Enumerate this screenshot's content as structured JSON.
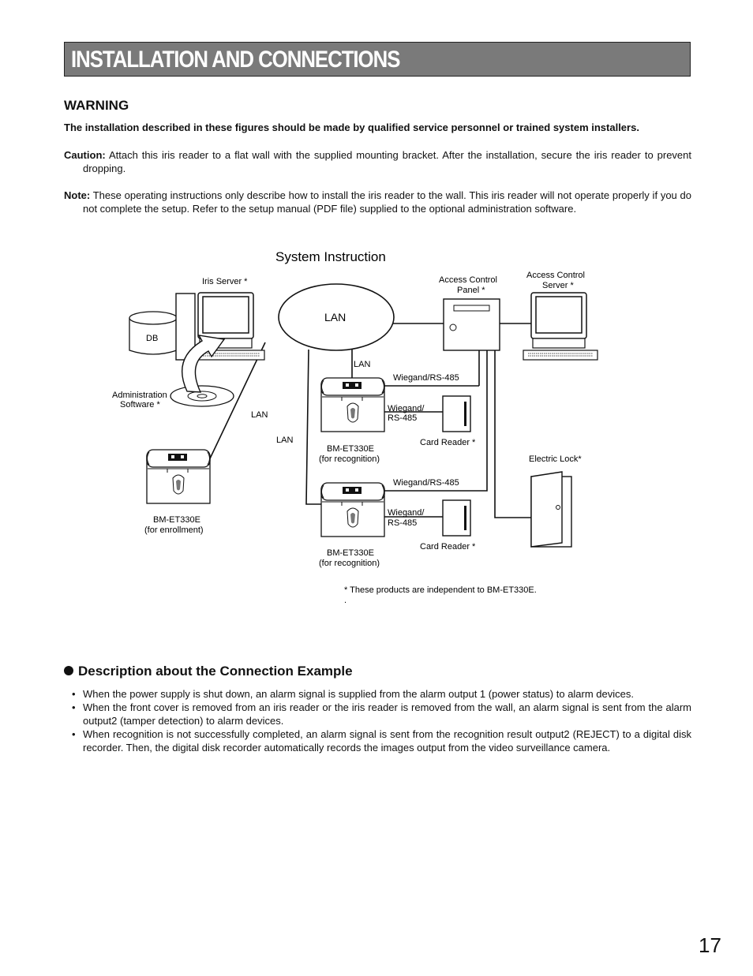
{
  "page": {
    "title": "INSTALLATION AND CONNECTIONS",
    "warning_heading": "WARNING",
    "warning_text": "The installation described in these figures should be made by qualified service personnel or trained system installers.",
    "caution_label": "Caution:",
    "caution_text": " Attach this iris reader to a flat wall with the supplied mounting bracket. After the installation, secure the iris reader to prevent dropping.",
    "note_label": "Note:",
    "note_text": " These operating instructions only describe how to install the iris reader to the wall. This iris reader will not operate properly if you do not complete the setup. Refer to the setup manual (PDF file) supplied to the optional administration software.",
    "page_number": "17"
  },
  "diagram": {
    "title": "System Instruction",
    "lan": "LAN",
    "db": "DB",
    "iris_server": "Iris Server *",
    "admin_software_1": "Administration",
    "admin_software_2": "Software *",
    "acp_1": "Access Control",
    "acp_2": "Panel *",
    "acs_1": "Access Control",
    "acs_2": "Server *",
    "lan_line_label": "LAN",
    "wiegand_rs485": "Wiegand/RS-485",
    "wiegand_1": "Wiegand/",
    "wiegand_2": "RS-485",
    "card_reader": "Card Reader *",
    "model": "BM-ET330E",
    "for_recognition": "(for recognition)",
    "for_enrollment": "(for enrollment)",
    "electric_lock": "Electric Lock*",
    "footnote": "* These products are independent to BM-ET330E.",
    "footnote_dot": "."
  },
  "description": {
    "heading": "Description about the Connection Example",
    "bullets": [
      "When the power supply is shut down, an alarm signal is supplied from the alarm output 1 (power status) to alarm devices.",
      "When the front cover is removed from an iris reader or the iris reader is removed from the wall, an alarm signal is sent from the alarm output2 (tamper detection) to alarm devices.",
      "When recognition is not successfully completed, an alarm signal is sent from the recognition result output2 (REJECT) to a digital disk recorder. Then, the digital disk recorder automatically records the images output from the video surveillance camera."
    ]
  }
}
